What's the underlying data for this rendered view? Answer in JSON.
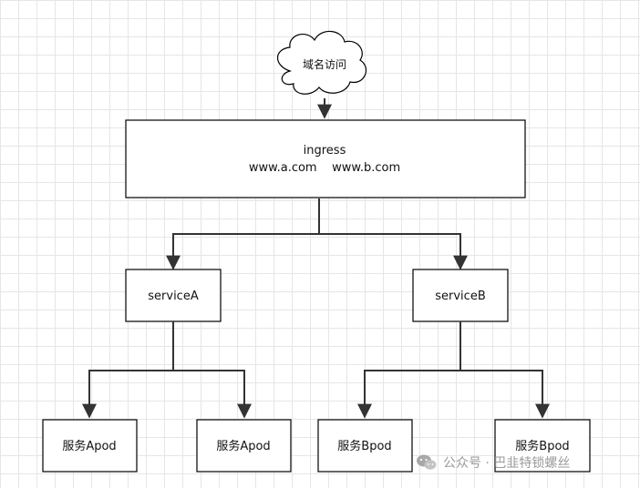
{
  "cloud": {
    "label": "域名访问"
  },
  "ingress": {
    "title": "ingress",
    "hosts": "www.a.com    www.b.com"
  },
  "services": [
    {
      "label": "serviceA"
    },
    {
      "label": "serviceB"
    }
  ],
  "pods": [
    {
      "label": "服务Apod"
    },
    {
      "label": "服务Apod"
    },
    {
      "label": "服务Bpod"
    },
    {
      "label": "服务Bpod"
    }
  ],
  "watermark": {
    "text": "公众号 · 巴韭特锁螺丝"
  },
  "colors": {
    "stroke": "#000000",
    "connector": "#333333",
    "grid": "#e6e6e6",
    "watermark": "#9a9a9a"
  }
}
